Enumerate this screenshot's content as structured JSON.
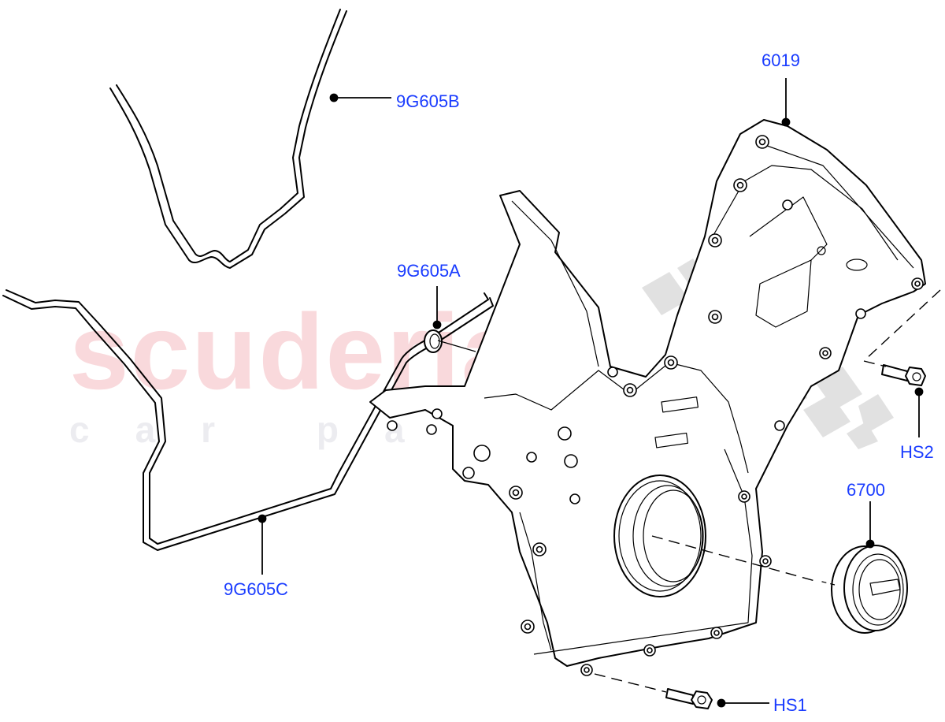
{
  "diagram": {
    "type": "exploded-parts-diagram",
    "subject": "engine timing cover assembly",
    "callout_color": "#1a3cff",
    "leader_color": "#000000"
  },
  "watermark": {
    "main_text": "scuderia",
    "sub_text": "car parts",
    "main_color": "#f9d9dc",
    "sub_color": "#ececf0",
    "flag_color": "#d9d9d9"
  },
  "callouts": [
    {
      "id": "6019",
      "label": "6019",
      "part": "timing-cover"
    },
    {
      "id": "9G605B",
      "label": "9G605B",
      "part": "upper-gasket"
    },
    {
      "id": "9G605A",
      "label": "9G605A",
      "part": "seal-ring"
    },
    {
      "id": "9G605C",
      "label": "9G605C",
      "part": "lower-gasket"
    },
    {
      "id": "HS2",
      "label": "HS2",
      "part": "bolt-upper"
    },
    {
      "id": "6700",
      "label": "6700",
      "part": "crankshaft-front-seal"
    },
    {
      "id": "HS1",
      "label": "HS1",
      "part": "bolt-lower"
    }
  ]
}
